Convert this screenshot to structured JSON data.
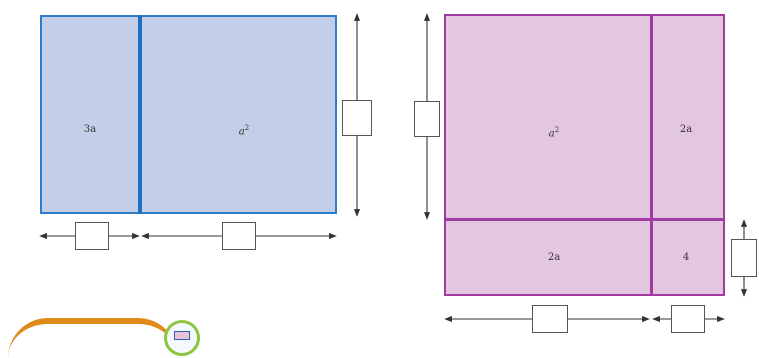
{
  "blue_figure": {
    "left_region_label": "3a",
    "right_region_label_base": "a",
    "right_region_label_exp": "2"
  },
  "pink_figure": {
    "top_left_label_base": "a",
    "top_left_label_exp": "2",
    "top_right_label": "2a",
    "bottom_left_label": "2a",
    "bottom_right_label": "4"
  },
  "colors": {
    "blue_fill": "#c3cfe9",
    "blue_border": "#2f7cc9",
    "pink_fill": "#e3c6e0",
    "pink_border": "#a23aa3"
  },
  "icons": [
    "double-arrow-icon",
    "logo-icon"
  ]
}
